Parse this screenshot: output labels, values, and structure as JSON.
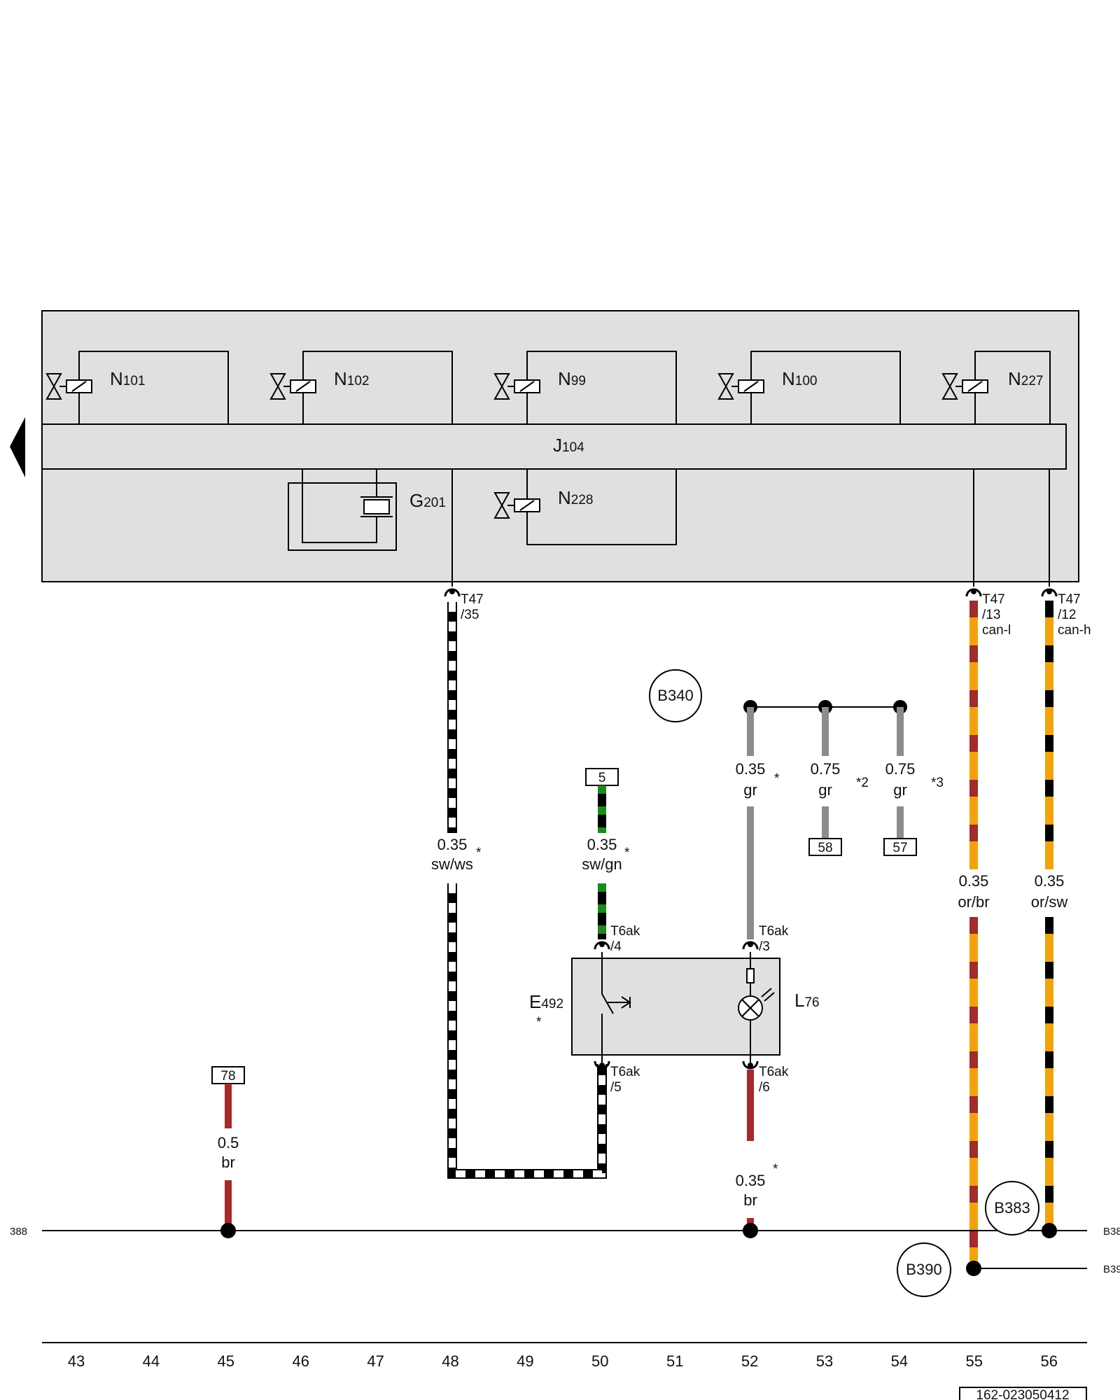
{
  "components": {
    "N101": {
      "prefix": "N",
      "num": "101"
    },
    "N102": {
      "prefix": "N",
      "num": "102"
    },
    "N99": {
      "prefix": "N",
      "num": "99"
    },
    "N100": {
      "prefix": "N",
      "num": "100"
    },
    "N227": {
      "prefix": "N",
      "num": "227"
    },
    "J104": {
      "prefix": "J",
      "num": "104"
    },
    "G201": {
      "prefix": "G",
      "num": "201"
    },
    "N228": {
      "prefix": "N",
      "num": "228"
    },
    "E492": {
      "prefix": "E",
      "num": "492",
      "note": "*"
    },
    "L76": {
      "prefix": "L",
      "num": "76"
    }
  },
  "connectors": {
    "t47_35": {
      "name": "T47",
      "pin": "/35"
    },
    "t47_13": {
      "name": "T47",
      "pin": "/13",
      "signal": "can-l"
    },
    "t47_12": {
      "name": "T47",
      "pin": "/12",
      "signal": "can-h"
    },
    "t6ak_4": {
      "name": "T6ak",
      "pin": "/4"
    },
    "t6ak_3": {
      "name": "T6ak",
      "pin": "/3"
    },
    "t6ak_5": {
      "name": "T6ak",
      "pin": "/5"
    },
    "t6ak_6": {
      "name": "T6ak",
      "pin": "/6"
    }
  },
  "wires": {
    "w48": {
      "size": "0.35",
      "color": "sw/ws",
      "note": "*"
    },
    "w50": {
      "size": "0.35",
      "color": "sw/gn",
      "note": "*"
    },
    "w52a": {
      "size": "0.35",
      "color": "gr",
      "note": "*"
    },
    "w53": {
      "size": "0.75",
      "color": "gr",
      "note": "*2"
    },
    "w54": {
      "size": "0.75",
      "color": "gr",
      "note": "*3"
    },
    "w55": {
      "size": "0.35",
      "color": "or/br"
    },
    "w56": {
      "size": "0.35",
      "color": "or/sw"
    },
    "w45": {
      "size": "0.5",
      "color": "br"
    },
    "w52b": {
      "size": "0.35",
      "color": "br",
      "note": "*"
    }
  },
  "refs": {
    "r5": "5",
    "r58": "58",
    "r57": "57",
    "r78": "78"
  },
  "splices": {
    "b340": "B340",
    "b383": "B383",
    "b390": "B390"
  },
  "edge": {
    "left": "388",
    "right1": "B38",
    "right2": "B39"
  },
  "tracks": [
    "43",
    "44",
    "45",
    "46",
    "47",
    "48",
    "49",
    "50",
    "51",
    "52",
    "53",
    "54",
    "55",
    "56"
  ],
  "footer_id": "162-023050412",
  "wire_colors": {
    "sw": "#000000",
    "ws": "#ffffff",
    "gn": "#1a8a1a",
    "gr": "#8c8c8c",
    "br": "#a52a2a",
    "or": "#f4a20b",
    "module_fill": "#e0e0e0",
    "panel_fill": "#dadada"
  }
}
